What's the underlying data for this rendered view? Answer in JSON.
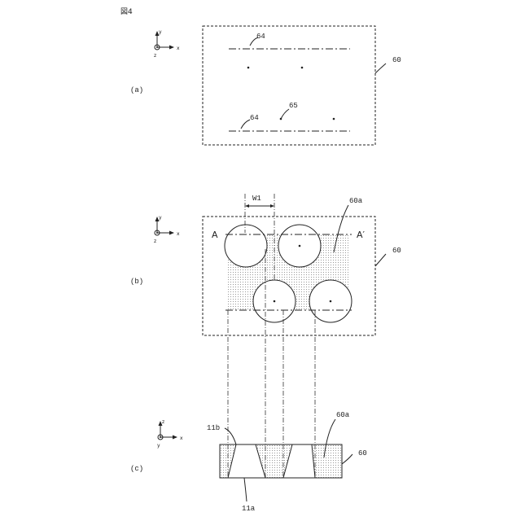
{
  "figure_label": "図4",
  "panels": {
    "a": {
      "label": "(a)",
      "ref_plate": "60",
      "ref_line": "64",
      "ref_line2": "64",
      "ref_dot": "65"
    },
    "b": {
      "label": "(b)",
      "ref_plate": "60",
      "ref_region": "60a",
      "width_label": "W1",
      "section_left": "A",
      "section_right": "A′"
    },
    "c": {
      "label": "(c)",
      "ref_plate": "60",
      "ref_region": "60a",
      "ref_top": "11b",
      "ref_bottom": "11a"
    }
  },
  "axes": {
    "a": {
      "up": "y",
      "right": "x",
      "out": "z"
    },
    "b": {
      "up": "y",
      "right": "x",
      "out": "z"
    },
    "c": {
      "up": "z",
      "right": "x",
      "out": "y"
    }
  }
}
